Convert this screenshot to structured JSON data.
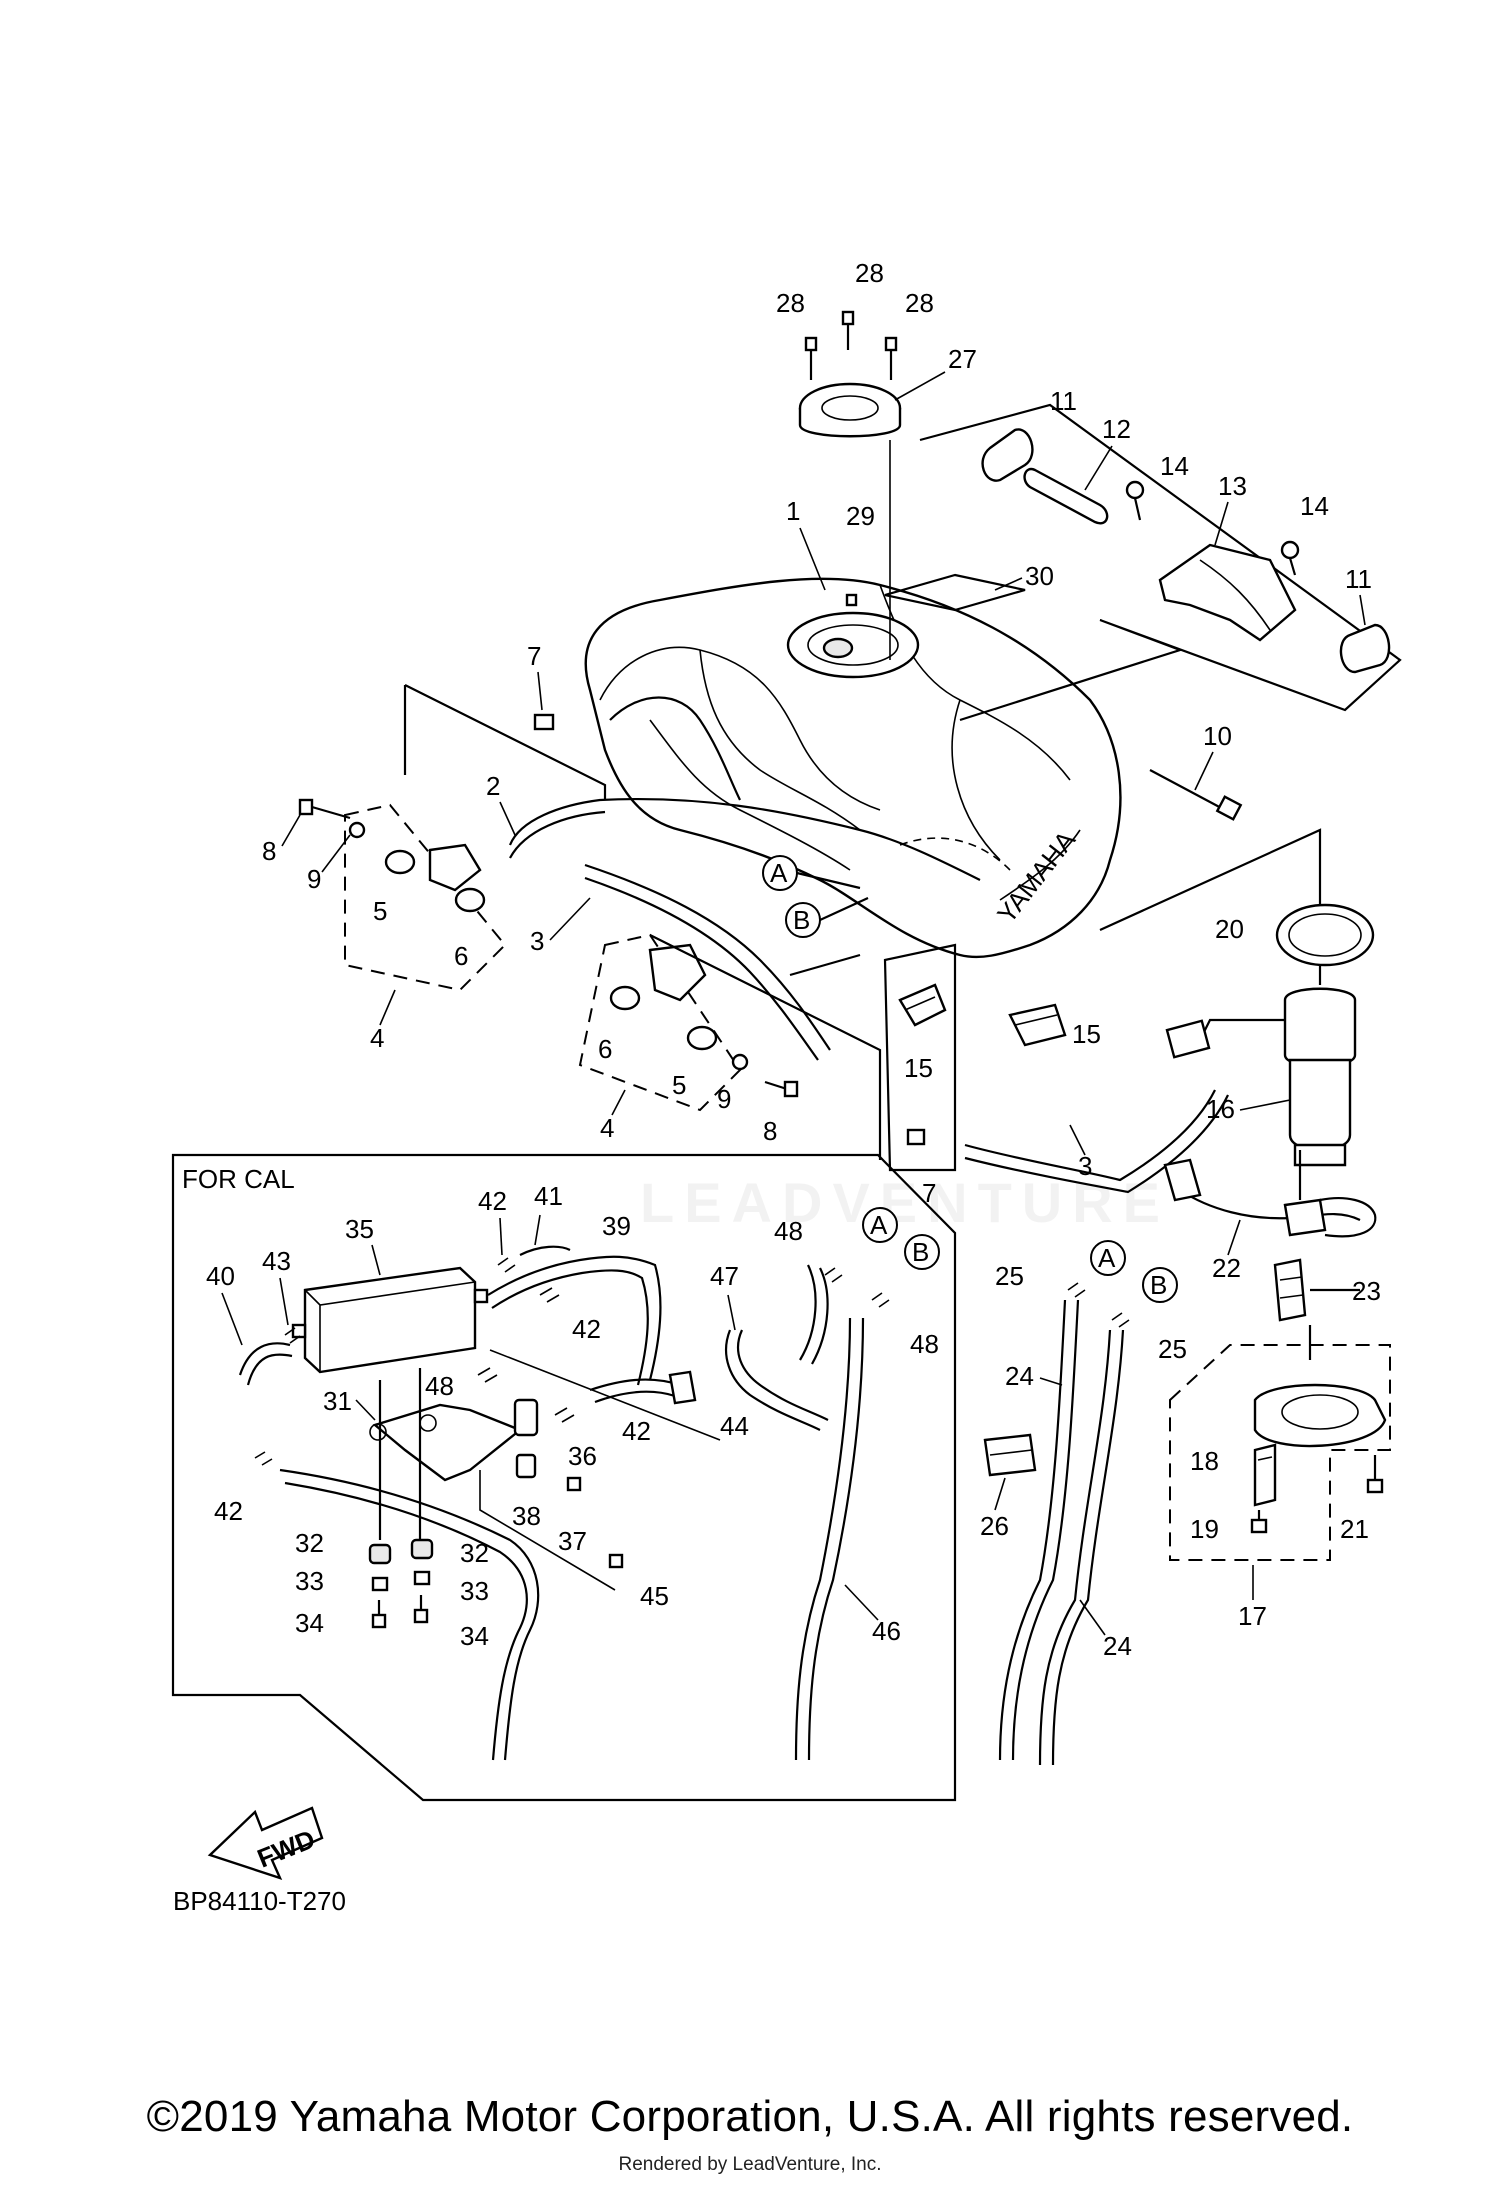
{
  "diagram": {
    "section_label": "FOR CAL",
    "drawing_code": "BP84110-T270",
    "fwd_label": "FWD",
    "tank_brand": "YAMAHA",
    "watermark": "LEADVENTURE",
    "ref_letters": {
      "a": "A",
      "b": "B"
    },
    "callouts": [
      "1",
      "2",
      "3",
      "4",
      "5",
      "6",
      "7",
      "8",
      "9",
      "10",
      "11",
      "12",
      "13",
      "14",
      "15",
      "16",
      "17",
      "18",
      "19",
      "20",
      "21",
      "22",
      "23",
      "24",
      "25",
      "26",
      "27",
      "28",
      "29",
      "30",
      "31",
      "32",
      "33",
      "34",
      "35",
      "36",
      "37",
      "38",
      "39",
      "40",
      "41",
      "42",
      "43",
      "44",
      "45",
      "46",
      "47",
      "48"
    ]
  },
  "footer": {
    "copyright": "©2019 Yamaha Motor Corporation, U.S.A. All rights reserved.",
    "rendered_by": "Rendered by LeadVenture, Inc."
  }
}
